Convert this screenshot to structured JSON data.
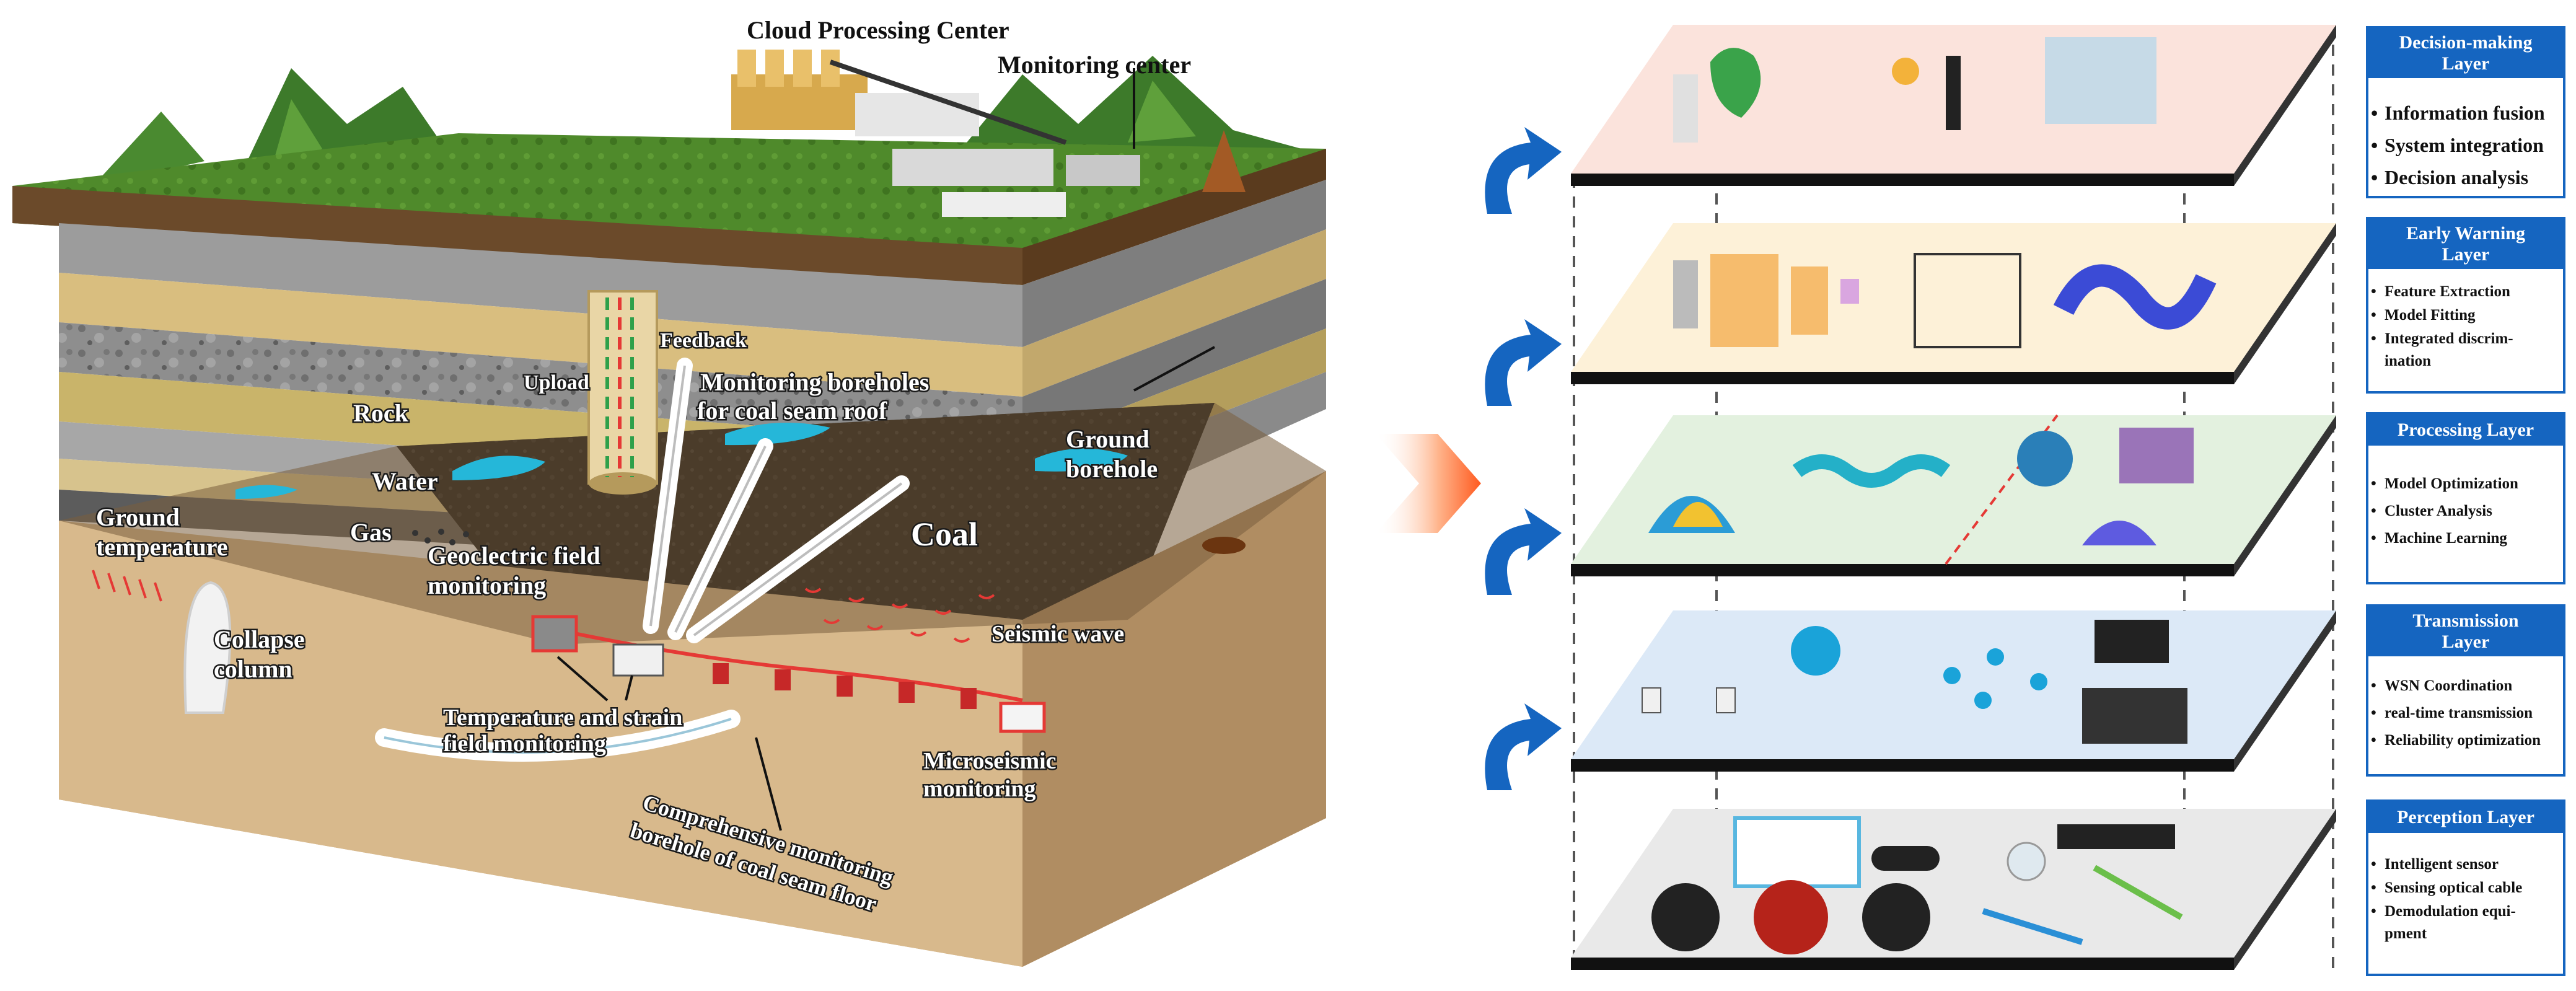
{
  "scene": {
    "cloud_center": "Cloud Processing Center",
    "monitoring_center": "Monitoring center",
    "upload": "Upload",
    "feedback": "Feedback",
    "roof_boreholes": [
      "Monitoring boreholes",
      "for coal seam roof"
    ],
    "rock": "Rock",
    "water": "Water",
    "gas": "Gas",
    "ground_temperature": [
      "Ground",
      "temperature"
    ],
    "geoelectric": [
      "Geoclectric field",
      "monitoring"
    ],
    "coal": "Coal",
    "seismic_wave": "Seismic wave",
    "ground_borehole": [
      "Ground",
      "borehole"
    ],
    "collapse_column": [
      "Collapse",
      "column"
    ],
    "temp_strain": [
      "Temperature and strain",
      "field monitoring"
    ],
    "microseismic": [
      "Microseismic",
      "monitoring"
    ],
    "floor_borehole": [
      "Comprehensive monitoring",
      "borehole of coal seam floor"
    ]
  },
  "colors": {
    "arrow_blue": "#1565c0",
    "panel_border": "#1565c0",
    "layer_decision": "#fbe3dc",
    "layer_warning": "#fdf1d8",
    "layer_processing": "#e3f1df",
    "layer_transmission": "#dce9f7",
    "layer_perception": "#e9e9e9"
  },
  "layers": [
    {
      "title": [
        "Decision-making",
        "Layer"
      ],
      "items": [
        "Information fusion",
        "System integration",
        "Decision analysis"
      ]
    },
    {
      "title": [
        "Early Warning",
        "Layer"
      ],
      "items": [
        "Feature Extraction",
        "Model Fitting",
        "Integrated discrim-",
        "ination"
      ]
    },
    {
      "title": [
        "Processing Layer"
      ],
      "items": [
        "Model Optimization",
        "Cluster Analysis",
        "Machine Learning"
      ]
    },
    {
      "title": [
        "Transmission",
        "Layer"
      ],
      "items": [
        "WSN Coordination",
        "real-time transmission",
        "Reliability optimization"
      ]
    },
    {
      "title": [
        "Perception Layer"
      ],
      "items": [
        "Intelligent sensor",
        "Sensing optical cable",
        "Demodulation equi-",
        "pment"
      ]
    }
  ]
}
